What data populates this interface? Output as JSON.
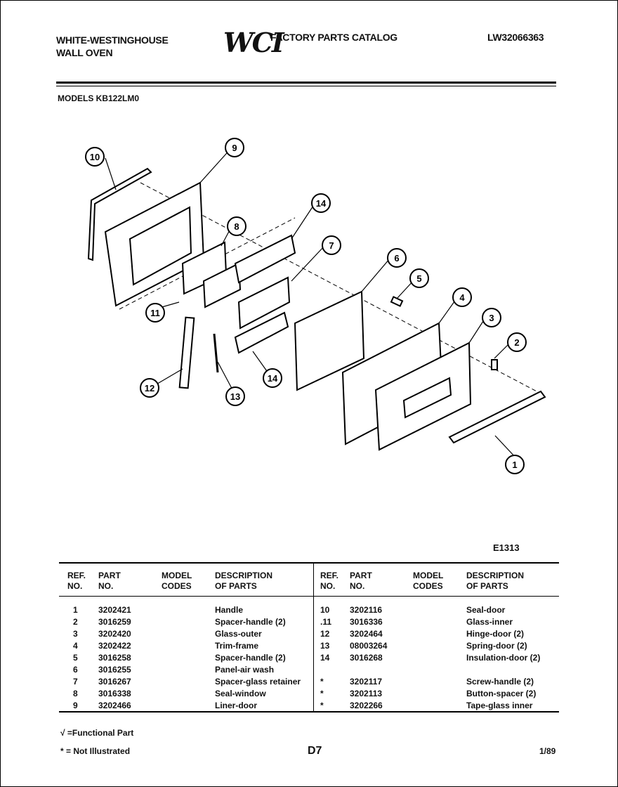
{
  "header": {
    "brand_line1": "WHITE-WESTINGHOUSE",
    "brand_line2": "WALL OVEN",
    "logo_text": "WCI",
    "catalog_title": "FACTORY PARTS CATALOG",
    "catalog_number": "LW32066363"
  },
  "models": "MODELS KB122LM0",
  "figure_number": "E1313",
  "diagram_callouts": [
    "1",
    "2",
    "3",
    "4",
    "5",
    "6",
    "7",
    "8",
    "9",
    "10",
    "11",
    "12",
    "13",
    "14",
    "14"
  ],
  "table": {
    "headers": {
      "ref_line1": "REF.",
      "ref_line2": "NO.",
      "part_line1": "PART",
      "part_line2": "NO.",
      "model_line1": "MODEL",
      "model_line2": "CODES",
      "desc_line1": "DESCRIPTION",
      "desc_line2": "OF PARTS"
    },
    "left_rows": [
      {
        "ref": "1",
        "part": "3202421",
        "desc": "Handle"
      },
      {
        "ref": "2",
        "part": "3016259",
        "desc": "Spacer-handle (2)"
      },
      {
        "ref": "3",
        "part": "3202420",
        "desc": "Glass-outer"
      },
      {
        "ref": "4",
        "part": "3202422",
        "desc": "Trim-frame"
      },
      {
        "ref": "5",
        "part": "3016258",
        "desc": "Spacer-handle (2)"
      },
      {
        "ref": "6",
        "part": "3016255",
        "desc": "Panel-air wash"
      },
      {
        "ref": "7",
        "part": "3016267",
        "desc": "Spacer-glass retainer"
      },
      {
        "ref": "8",
        "part": "3016338",
        "desc": "Seal-window"
      },
      {
        "ref": "9",
        "part": "3202466",
        "desc": "Liner-door"
      }
    ],
    "right_rows": [
      {
        "ref": "10",
        "part": "3202116",
        "desc": "Seal-door"
      },
      {
        "ref": ".11",
        "part": "3016336",
        "desc": "Glass-inner"
      },
      {
        "ref": "12",
        "part": "3202464",
        "desc": "Hinge-door (2)"
      },
      {
        "ref": "13",
        "part": "08003264",
        "desc": "Spring-door (2)"
      },
      {
        "ref": "14",
        "part": "3016268",
        "desc": "Insulation-door (2)"
      },
      {
        "ref": "",
        "part": "",
        "desc": ""
      },
      {
        "ref": "*",
        "part": "3202117",
        "desc": "Screw-handle (2)"
      },
      {
        "ref": "*",
        "part": "3202113",
        "desc": "Button-spacer (2)"
      },
      {
        "ref": "*",
        "part": "3202266",
        "desc": "Tape-glass inner"
      }
    ]
  },
  "footer": {
    "functional_note": "√ =Functional Part",
    "not_illustrated_note": "* = Not Illustrated",
    "page": "D7",
    "date": "1/89"
  }
}
